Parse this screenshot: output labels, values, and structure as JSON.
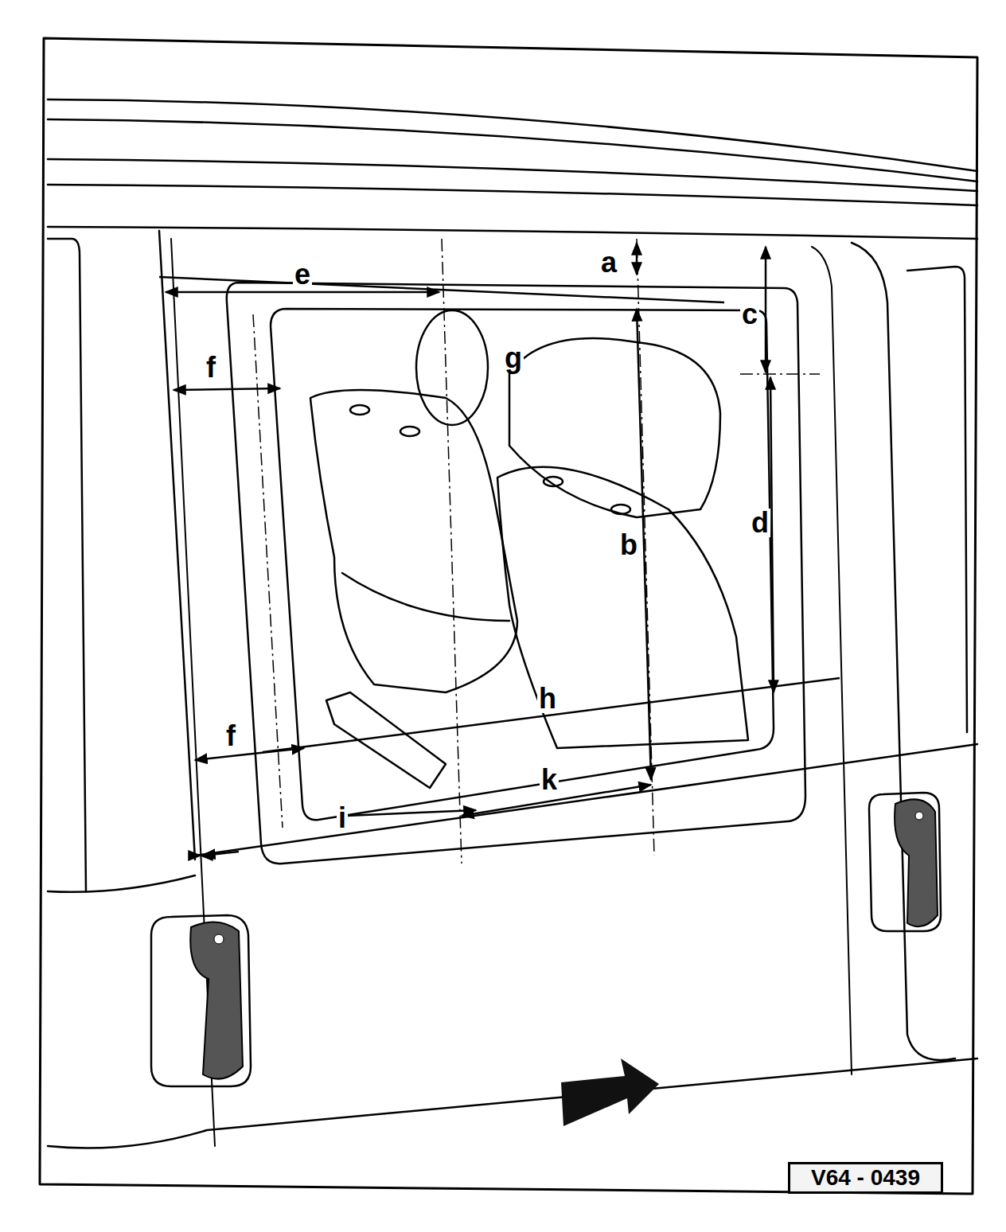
{
  "diagram": {
    "nodes": [
      {
        "text": [
          "V64 - 0439"
        ]
      }
    ],
    "labels": [
      "a",
      "e",
      "c",
      "g",
      "f",
      "d",
      "b",
      "h",
      "f",
      "k",
      "i"
    ]
  }
}
